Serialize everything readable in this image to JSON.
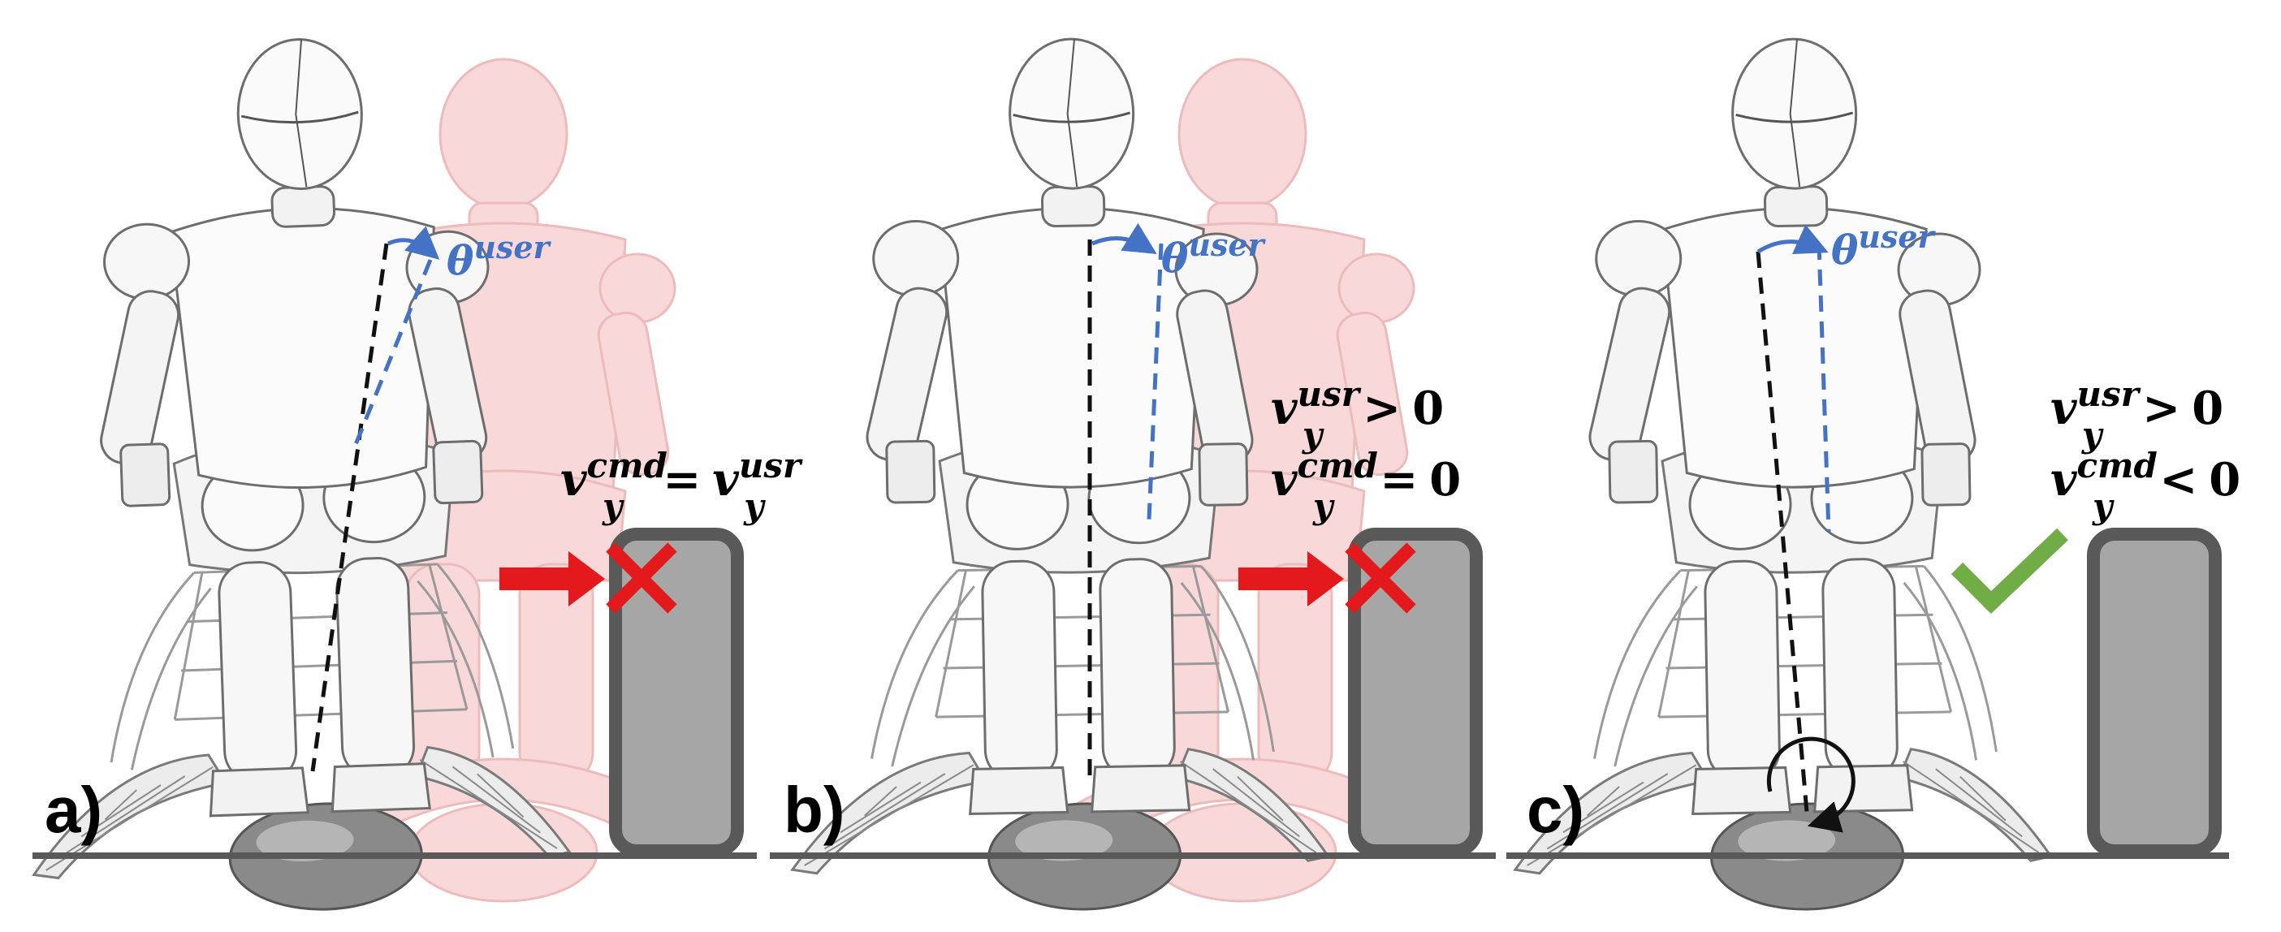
{
  "panels": [
    {
      "label": "a)",
      "theta": {
        "base": "θ",
        "sup": "user"
      },
      "equations": [
        {
          "lhs_base": "v",
          "lhs_sup": "cmd",
          "lhs_sub": "y",
          "op": "=",
          "rhs_base": "v",
          "rhs_sup": "usr",
          "rhs_sub": "y"
        }
      ],
      "indicator": "red-cross-icon",
      "ghost": true
    },
    {
      "label": "b)",
      "theta": {
        "base": "θ",
        "sup": "user"
      },
      "equations": [
        {
          "lhs_base": "v",
          "lhs_sup": "usr",
          "lhs_sub": "y",
          "op": ">",
          "rhs": "0"
        },
        {
          "lhs_base": "v",
          "lhs_sup": "cmd",
          "lhs_sub": "y",
          "op": "=",
          "rhs": "0"
        }
      ],
      "indicator": "red-cross-icon",
      "ghost": true
    },
    {
      "label": "c)",
      "theta": {
        "base": "θ",
        "sup": "user"
      },
      "equations": [
        {
          "lhs_base": "v",
          "lhs_sup": "usr",
          "lhs_sub": "y",
          "op": ">",
          "rhs": "0"
        },
        {
          "lhs_base": "v",
          "lhs_sup": "cmd",
          "lhs_sub": "y",
          "op": "<",
          "rhs": "0"
        }
      ],
      "indicator": "green-check-icon",
      "ghost": false
    }
  ],
  "colors": {
    "accent_blue": "#4472c4",
    "stop_red": "#e3191c",
    "ok_green": "#70ad47",
    "obstacle_fill": "#a6a6a6",
    "obstacle_stroke": "#595959",
    "ghost_red": "#f2b8b8",
    "ground": "#595959"
  }
}
